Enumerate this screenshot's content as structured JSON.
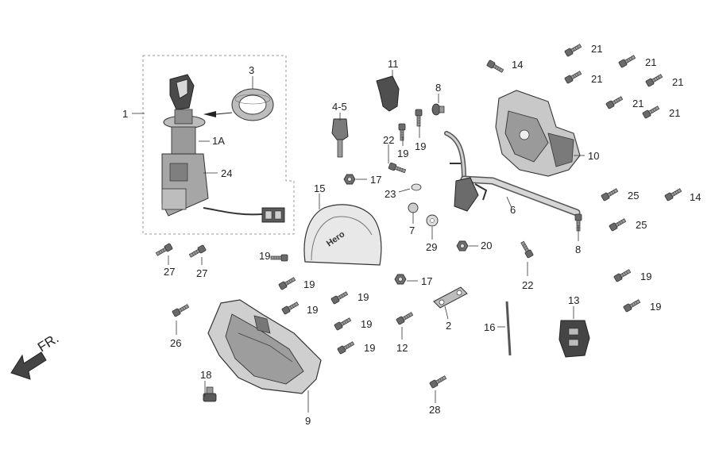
{
  "figure": {
    "front_indicator": "FR.",
    "callouts": [
      {
        "id": "c1",
        "text": "1"
      },
      {
        "id": "c1a",
        "text": "1A"
      },
      {
        "id": "c3",
        "text": "3"
      },
      {
        "id": "c24",
        "text": "24"
      },
      {
        "id": "c27a",
        "text": "27"
      },
      {
        "id": "c27b",
        "text": "27"
      },
      {
        "id": "c26",
        "text": "26"
      },
      {
        "id": "c18",
        "text": "18"
      },
      {
        "id": "c45",
        "text": "4-5"
      },
      {
        "id": "c11",
        "text": "11"
      },
      {
        "id": "c8a",
        "text": "8"
      },
      {
        "id": "c19a",
        "text": "19"
      },
      {
        "id": "c19b",
        "text": "19"
      },
      {
        "id": "c22a",
        "text": "22"
      },
      {
        "id": "c17a",
        "text": "17"
      },
      {
        "id": "c23",
        "text": "23"
      },
      {
        "id": "c15",
        "text": "15"
      },
      {
        "id": "c7",
        "text": "7"
      },
      {
        "id": "c29",
        "text": "29"
      },
      {
        "id": "c20",
        "text": "20"
      },
      {
        "id": "c19c",
        "text": "19"
      },
      {
        "id": "c19d",
        "text": "19"
      },
      {
        "id": "c17b",
        "text": "17"
      },
      {
        "id": "c19e",
        "text": "19"
      },
      {
        "id": "c19f",
        "text": "19"
      },
      {
        "id": "c19g",
        "text": "19"
      },
      {
        "id": "c19h",
        "text": "19"
      },
      {
        "id": "c12",
        "text": "12"
      },
      {
        "id": "c2",
        "text": "2"
      },
      {
        "id": "c9",
        "text": "9"
      },
      {
        "id": "c28",
        "text": "28"
      },
      {
        "id": "c6",
        "text": "6"
      },
      {
        "id": "c22b",
        "text": "22"
      },
      {
        "id": "c16",
        "text": "16"
      },
      {
        "id": "c13",
        "text": "13"
      },
      {
        "id": "c8b",
        "text": "8"
      },
      {
        "id": "c10",
        "text": "10"
      },
      {
        "id": "c14a",
        "text": "14"
      },
      {
        "id": "c14b",
        "text": "14"
      },
      {
        "id": "c21a",
        "text": "21"
      },
      {
        "id": "c21b",
        "text": "21"
      },
      {
        "id": "c21c",
        "text": "21"
      },
      {
        "id": "c21d",
        "text": "21"
      },
      {
        "id": "c21e",
        "text": "21"
      },
      {
        "id": "c21f",
        "text": "21"
      },
      {
        "id": "c25a",
        "text": "25"
      },
      {
        "id": "c25b",
        "text": "25"
      },
      {
        "id": "c19i",
        "text": "19"
      },
      {
        "id": "c19j",
        "text": "19"
      }
    ],
    "logo_text": "Hero",
    "colors": {
      "line": "#333333",
      "part_dark": "#555555",
      "part_mid": "#8a8a8a",
      "part_light": "#cfcfcf",
      "dash": "#9a9a9a"
    }
  }
}
